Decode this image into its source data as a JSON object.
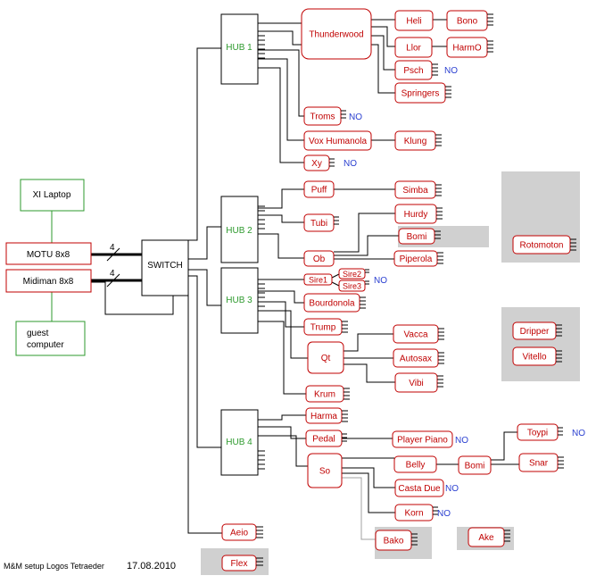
{
  "labels": {
    "hub1": "HUB 1",
    "hub2": "HUB 2",
    "hub3": "HUB 3",
    "hub4": "HUB 4",
    "switch": "SWITCH",
    "xl_laptop": "XI Laptop",
    "motu": "MOTU 8x8",
    "midiman": "Midiman 8x8",
    "guest_line1": "guest",
    "guest_line2": "computer",
    "port4a": "4",
    "port4b": "4",
    "thunderwood": "Thunderwood",
    "heli": "Heli",
    "bono": "Bono",
    "llor": "Llor",
    "harmo": "HarmO",
    "psch": "Psch",
    "springers": "Springers",
    "troms": "Troms",
    "vox": "Vox Humanola",
    "klung": "Klung",
    "xy": "Xy",
    "puff": "Puff",
    "simba": "Simba",
    "tubi": "Tubi",
    "hurdy": "Hurdy",
    "bomi_a": "Bomi",
    "ob": "Ob",
    "piperola": "Piperola",
    "rotomoton": "Rotomoton",
    "sire1": "Sire1",
    "sire2": "Sire2",
    "sire3": "Sire3",
    "bourdonola": "Bourdonola",
    "trump": "Trump",
    "qt": "Qt",
    "vacca": "Vacca",
    "autosax": "Autosax",
    "vibi": "Vibi",
    "krum": "Krum",
    "dripper": "Dripper",
    "vitello": "Vitello",
    "harma": "Harma",
    "pedal": "Pedal",
    "player_piano": "Player Piano",
    "toypi": "Toypi",
    "so": "So",
    "belly": "Belly",
    "bomi_b": "Bomi",
    "snar": "Snar",
    "casta_due": "Casta Due",
    "korn": "Korn",
    "bako": "Bako",
    "ake": "Ake",
    "aeio": "Aeio",
    "flex": "Flex",
    "no": "NO",
    "footer": "M&M setup Logos Tetraeder",
    "footer_date": "17.08.2010"
  }
}
